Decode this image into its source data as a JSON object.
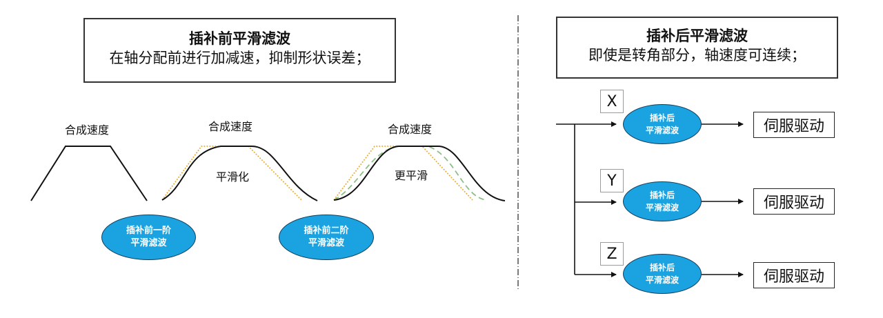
{
  "left_panel": {
    "title": "插补前平滑滤波",
    "subtitle": "在轴分配前进行加减速，抑制形状误差；",
    "curves": [
      {
        "label": "合成速度",
        "annotation": ""
      },
      {
        "label": "合成速度",
        "annotation": "平滑化"
      },
      {
        "label": "合成速度",
        "annotation": "更平滑"
      }
    ],
    "filters": [
      {
        "line1": "插补前一阶",
        "line2": "平滑滤波"
      },
      {
        "line1": "插补前二阶",
        "line2": "平滑滤波"
      }
    ]
  },
  "right_panel": {
    "title": "插补后平滑滤波",
    "subtitle": "即使是转角部分，轴速度可连续；",
    "axes": [
      {
        "axis": "X",
        "filter_line1": "插补后",
        "filter_line2": "平滑滤波",
        "output": "伺服驱动"
      },
      {
        "axis": "Y",
        "filter_line1": "插补后",
        "filter_line2": "平滑滤波",
        "output": "伺服驱动"
      },
      {
        "axis": "Z",
        "filter_line1": "插补后",
        "filter_line2": "平滑滤波",
        "output": "伺服驱动"
      }
    ]
  },
  "colors": {
    "ellipse_fill": "#1aa3e0",
    "ellipse_border": "#123b5a",
    "dotted_curve": "#e8b23a",
    "dashed_curve": "#8cbf84",
    "line": "#111111"
  }
}
